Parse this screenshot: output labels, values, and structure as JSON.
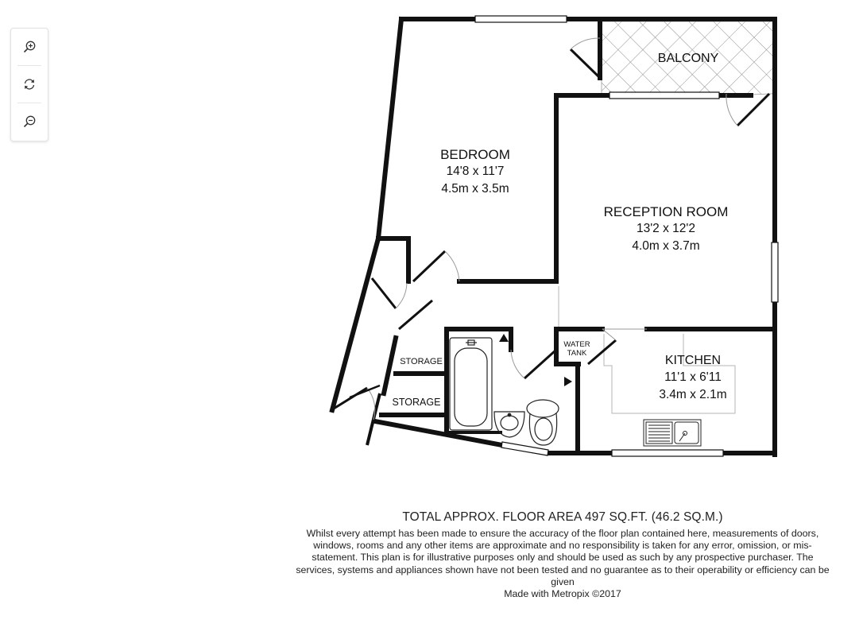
{
  "viewer": {
    "zoom_in_icon": "zoom-in-icon",
    "rotate_icon": "rotate-icon",
    "zoom_out_icon": "zoom-out-icon"
  },
  "rooms": {
    "bedroom": {
      "name": "BEDROOM",
      "imperial": "14'8 x 11'7",
      "metric": "4.5m x 3.5m"
    },
    "reception": {
      "name": "RECEPTION ROOM",
      "imperial": "13'2 x 12'2",
      "metric": "4.0m x 3.7m"
    },
    "kitchen": {
      "name": "KITCHEN",
      "imperial": "11'1 x 6'11",
      "metric": "3.4m x 2.1m"
    },
    "balcony": {
      "name": "BALCONY"
    },
    "water_tank": {
      "line1": "WATER",
      "line2": "TANK"
    },
    "storage_upper": {
      "name": "STORAGE"
    },
    "storage_lower": {
      "name": "STORAGE"
    }
  },
  "footer": {
    "total_area": "TOTAL APPROX. FLOOR AREA 497 SQ.FT. (46.2 SQ.M.)",
    "disclaimer": "Whilst every attempt has been made to ensure the accuracy of the floor plan contained here, measurements of doors, windows, rooms and any other items are approximate and no responsibility is taken for any error, omission, or mis-statement. This plan is for illustrative purposes only and should be used as such by any prospective purchaser. The services, systems and appliances shown have not been tested and no guarantee as to their operability or efficiency can be given",
    "credit": "Made with Metropix ©2017"
  },
  "colors": {
    "wall": "#111111",
    "thin_line": "#aaaaaa",
    "text": "#222222"
  }
}
